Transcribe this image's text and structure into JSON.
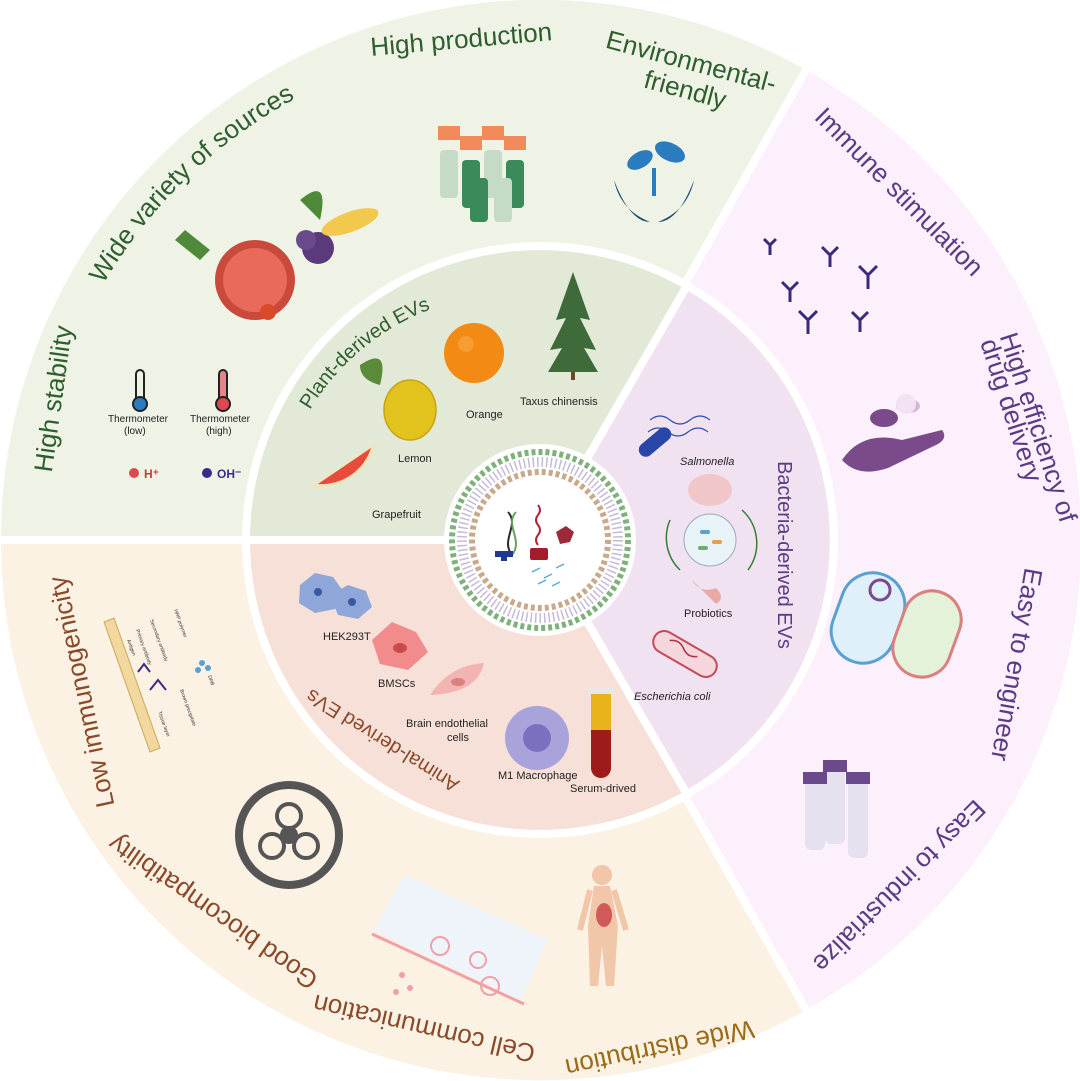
{
  "outer_ring": {
    "plant": {
      "items": [
        {
          "label": "High stability"
        },
        {
          "label": "Wide variety of sources"
        },
        {
          "label": "High production"
        },
        {
          "label": "Environmental-"
        },
        {
          "label": "friendly"
        }
      ]
    },
    "bacteria": {
      "items": [
        {
          "label": "Immune stimulation"
        },
        {
          "label": "High efficiency of"
        },
        {
          "label": "drug delivery"
        },
        {
          "label": "Easy to engineer"
        },
        {
          "label": "Easy to industrialize"
        }
      ]
    },
    "animal": {
      "items": [
        {
          "label": "Low immunogenicity"
        },
        {
          "label": "Good biocompatibility"
        },
        {
          "label": "Cell communication"
        },
        {
          "label": "Wide distribution"
        }
      ]
    }
  },
  "stability_panel": {
    "thermo_low": "Thermometer",
    "thermo_low_sub": "(low)",
    "thermo_high": "Thermometer",
    "thermo_high_sub": "(high)",
    "h_plus": "H⁺",
    "oh_minus": "OH⁻"
  },
  "immuno_panel": {
    "labels": [
      "Antigen",
      "Primary antibody",
      "Secondary antibody",
      "HRP polymer",
      "Tissue layer",
      "Brown precipitate",
      "DAB"
    ]
  },
  "inner_ring": {
    "plant": {
      "title": "Plant-derived EVs",
      "items": [
        "Lemon",
        "Orange",
        "Taxus chinensis",
        "Grapefruit"
      ]
    },
    "bacteria": {
      "title": "Bacteria-derived EVs",
      "items": [
        "Salmonella",
        "Probiotics",
        "Escherichia coli"
      ]
    },
    "animal": {
      "title": "Animal-derived EVs",
      "items": [
        "HEK293T",
        "BMSCs",
        "Brain endothelial",
        "cells",
        "M1 Macrophage",
        "Serum-drived"
      ]
    }
  },
  "colors": {
    "plant_outer": "#eef3e6",
    "plant_inner": "#e2e9d7",
    "bacteria_outer": "#fbf0fb",
    "bacteria_inner": "#f1e2f2",
    "animal_outer": "#fbf2e4",
    "animal_inner": "#f7e0d7",
    "plant_text": "#2e5e2e",
    "bacteria_text": "#5b3a86",
    "animal_text": "#8a4a2a",
    "animal_text_gold": "#9a6a18"
  }
}
